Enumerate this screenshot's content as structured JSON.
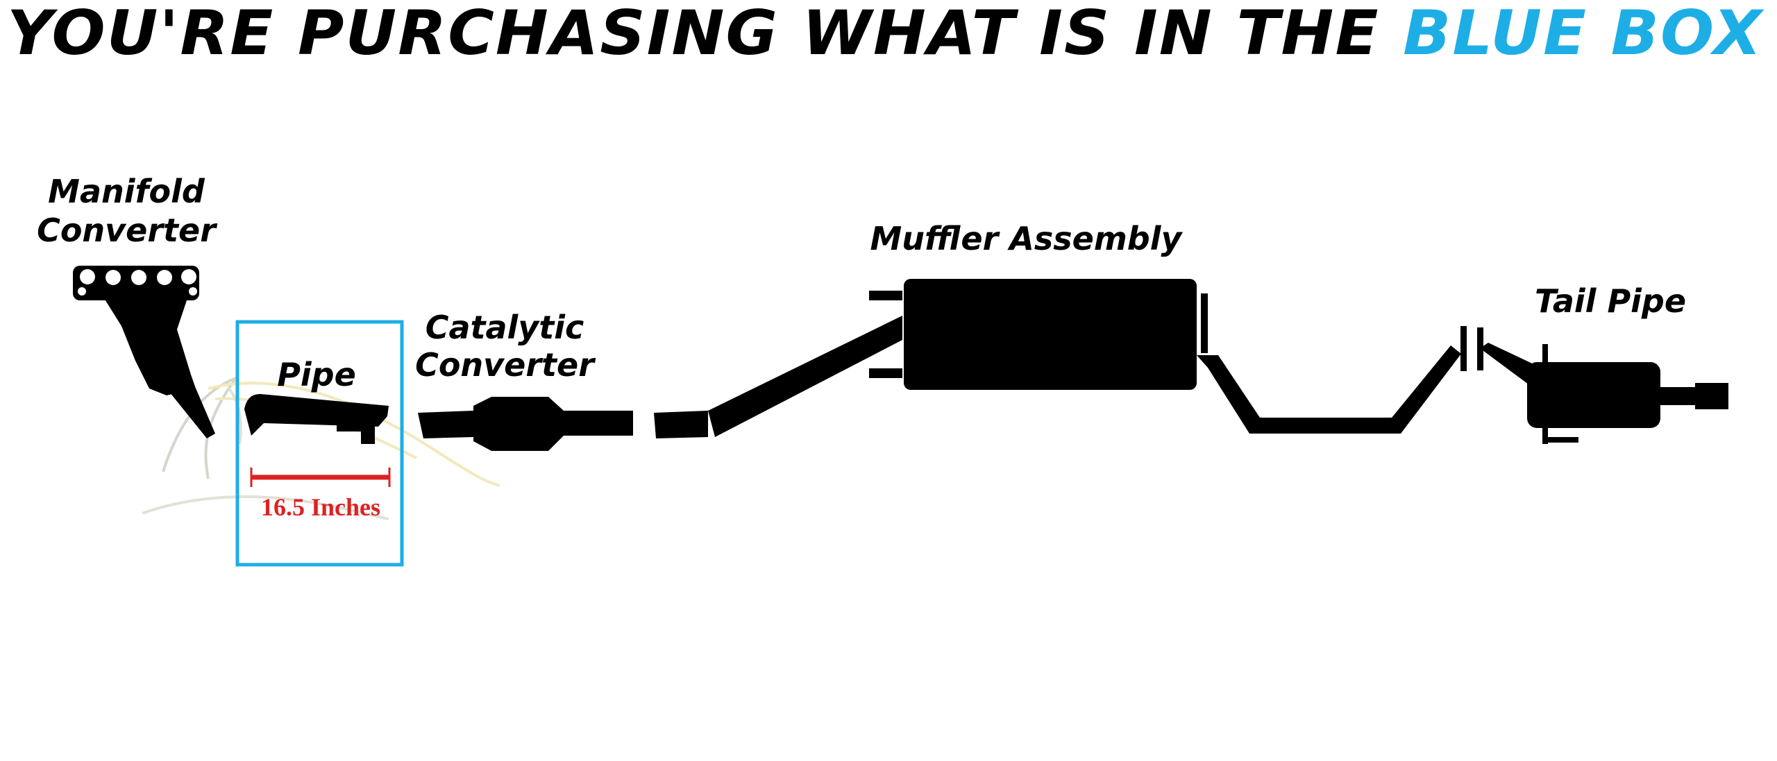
{
  "headline": {
    "prefix": "YOU'RE PURCHASING WHAT IS IN THE ",
    "highlight": "BLUE BOX"
  },
  "labels": {
    "manifold_line1": "Manifold",
    "manifold_line2": "Converter",
    "pipe": "Pipe",
    "catalytic_line1": "Catalytic",
    "catalytic_line2": "Converter",
    "muffler": "Muffler Assembly",
    "tail_pipe": "Tail Pipe",
    "measurement": "16.5 Inches"
  },
  "colors": {
    "highlight": "#1eaee6",
    "box_border": "#1eaee6",
    "measure": "#dd2222",
    "parts": "#000000",
    "watermark": "#e8dca0"
  }
}
